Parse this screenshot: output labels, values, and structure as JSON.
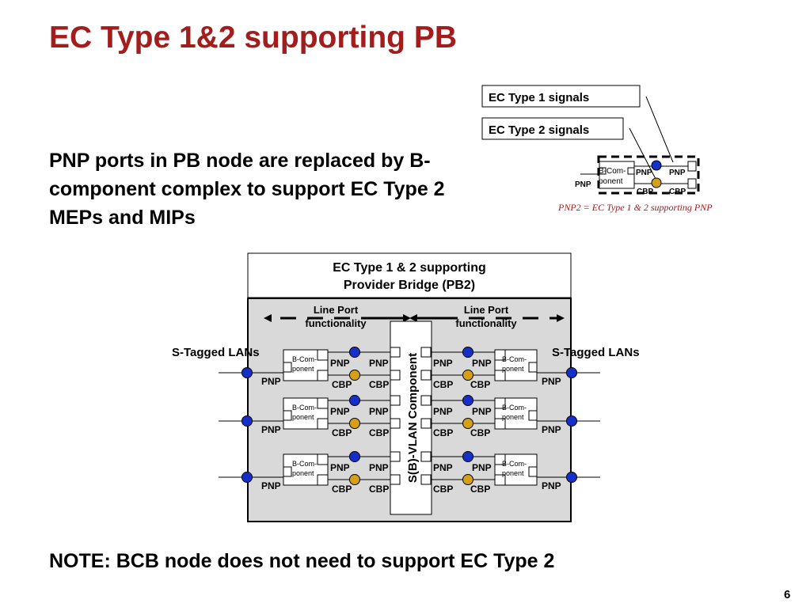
{
  "title": "EC Type 1&2 supporting PB",
  "body_text": "PNP ports in PB node are replaced by B-component complex to support EC Type 2 MEPs and MIPs",
  "note": "NOTE: BCB node does not need to support EC Type 2",
  "page_number": "6",
  "legend": {
    "type1": "EC Type 1 signals",
    "type2": "EC Type 2 signals",
    "caption": "PNP2 = EC Type 1 & 2 supporting PNP",
    "bcomp_line1": "B-Com-",
    "bcomp_line2": "ponent",
    "pnp": "PNP",
    "cbp": "CBP"
  },
  "pb2": {
    "header_line1": "EC Type 1 & 2 supporting",
    "header_line2": "Provider Bridge (PB2)",
    "line_port_line1": "Line Port",
    "line_port_line2": "functionality",
    "svlan": "S(B)-VLAN Component",
    "s_tagged_lans": "S-Tagged LANs",
    "pnp": "PNP",
    "cbp": "CBP",
    "bcomp_line1": "B-Com-",
    "bcomp_line2": "ponent"
  },
  "colors": {
    "title": "#a31d1d",
    "caption": "#a31d1d",
    "ec_type1_dot": "#1530c8",
    "ec_type2_dot": "#d4a017",
    "node_fill": "#d9d9d9"
  }
}
